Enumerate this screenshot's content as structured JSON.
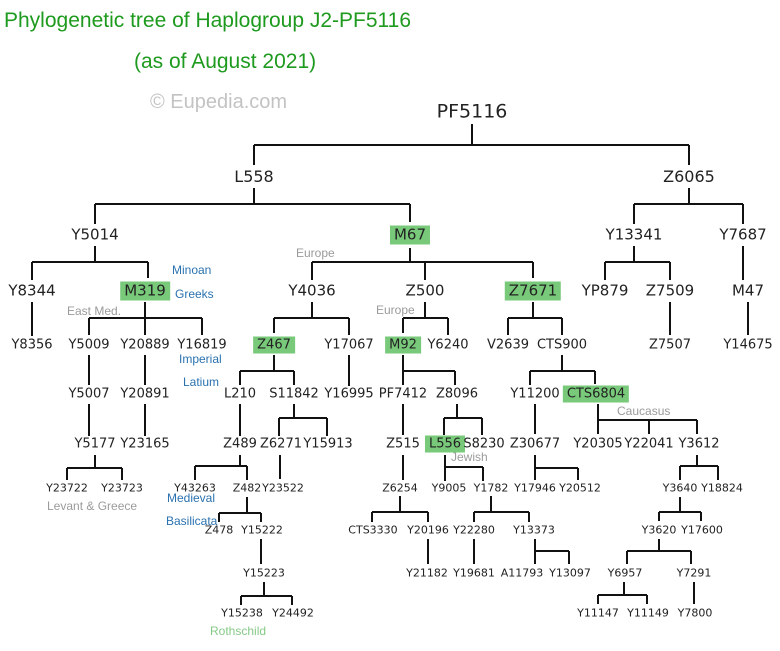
{
  "header": {
    "title_line1": "Phylogenetic tree of Haplogroup J2-PF5116",
    "title_line2": "(as of August 2021)",
    "watermark": "© Eupedia.com"
  },
  "colors": {
    "title": "#1e9a1e",
    "highlight": "#79c97a",
    "region_grey": "#9b9b9b",
    "region_blue": "#2a72b0",
    "region_light_green": "#86c987",
    "lines": "#111111"
  },
  "tree": {
    "root": "PF5116",
    "nodes": {
      "l558": "L558",
      "z6065": "Z6065",
      "y5014": "Y5014",
      "m67": "M67",
      "y13341": "Y13341",
      "y7687": "Y7687",
      "y8344": "Y8344",
      "m319": "M319",
      "y4036": "Y4036",
      "z500": "Z500",
      "z7671": "Z7671",
      "yp879": "YP879",
      "z7509": "Z7509",
      "m47": "M47",
      "y8356": "Y8356",
      "y5009": "Y5009",
      "y20889": "Y20889",
      "y16819": "Y16819",
      "z467": "Z467",
      "y17067": "Y17067",
      "m92": "M92",
      "y6240": "Y6240",
      "v2639": "V2639",
      "cts900": "CTS900",
      "z7507": "Z7507",
      "y14675": "Y14675",
      "y5007": "Y5007",
      "y20891": "Y20891",
      "l210": "L210",
      "s11842": "S11842",
      "y16995": "Y16995",
      "pf7412": "PF7412",
      "z8096": "Z8096",
      "y11200": "Y11200",
      "cts6804": "CTS6804",
      "y5177": "Y5177",
      "y23165": "Y23165",
      "z489": "Z489",
      "z6271": "Z6271",
      "y15913": "Y15913",
      "z515": "Z515",
      "l556": "L556",
      "s8230": "S8230",
      "z30677": "Z30677",
      "y20305": "Y20305",
      "y22041": "Y22041",
      "y3612": "Y3612",
      "y23722": "Y23722",
      "y23723": "Y23723",
      "y43263": "Y43263",
      "z482": "Z482",
      "y23522": "Y23522",
      "z6254": "Z6254",
      "y9005": "Y9005",
      "y1782": "Y1782",
      "y17946": "Y17946",
      "y20512": "Y20512",
      "y3640": "Y3640",
      "y18824": "Y18824",
      "z478": "Z478",
      "y15222": "Y15222",
      "cts3330": "CTS3330",
      "y20196": "Y20196",
      "y22280": "Y22280",
      "y13373": "Y13373",
      "y3620": "Y3620",
      "y17600": "Y17600",
      "y15223": "Y15223",
      "y21182": "Y21182",
      "y19681": "Y19681",
      "a11793": "A11793",
      "y13097": "Y13097",
      "y6957": "Y6957",
      "y7291": "Y7291",
      "y15238": "Y15238",
      "y24492": "Y24492",
      "y11147": "Y11147",
      "y11149": "Y11149",
      "y7800": "Y7800"
    },
    "regions": {
      "minoan": "Minoan",
      "greeks": "Greeks",
      "europe1": "Europe",
      "east_med": "East Med.",
      "europe2": "Europe",
      "imperial": "Imperial",
      "latium": "Latium",
      "caucasus": "Caucasus",
      "jewish": "Jewish",
      "levant_greece": "Levant & Greece",
      "medieval": "Medieval",
      "basilicata": "Basilicata",
      "rothschild": "Rothschild"
    }
  }
}
